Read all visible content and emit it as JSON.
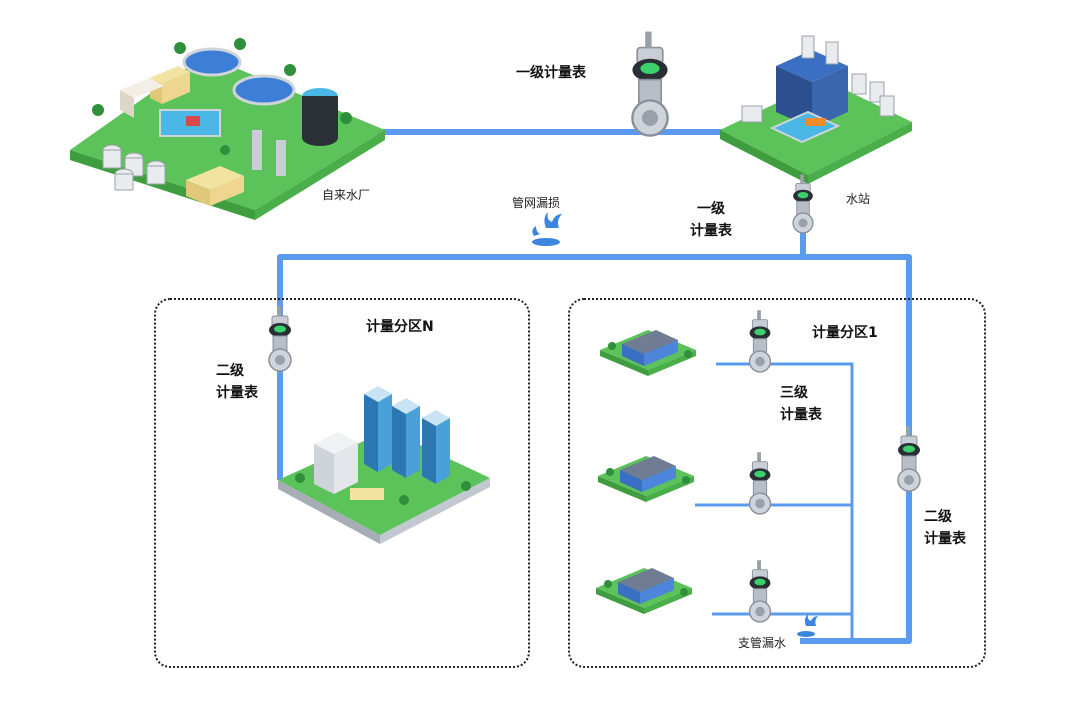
{
  "labels": {
    "water_plant": "自来水厂",
    "water_station": "水站",
    "meter_top": "一级计量表",
    "meter_l1_line1": "一级",
    "meter_l1_line2": "计量表",
    "pipe_leak": "管网漏损",
    "zone_n": "计量分区N",
    "zone_1": "计量分区1",
    "meter_l2_left_line1": "二级",
    "meter_l2_left_line2": "计量表",
    "meter_l3_line1": "三级",
    "meter_l3_line2": "计量表",
    "meter_l2_right_line1": "二级",
    "meter_l2_right_line2": "计量表",
    "branch_leak": "支管漏水"
  },
  "colors": {
    "pipe": "#5b9bef",
    "grass": "#5cc25a",
    "zone_border": "#222222"
  }
}
